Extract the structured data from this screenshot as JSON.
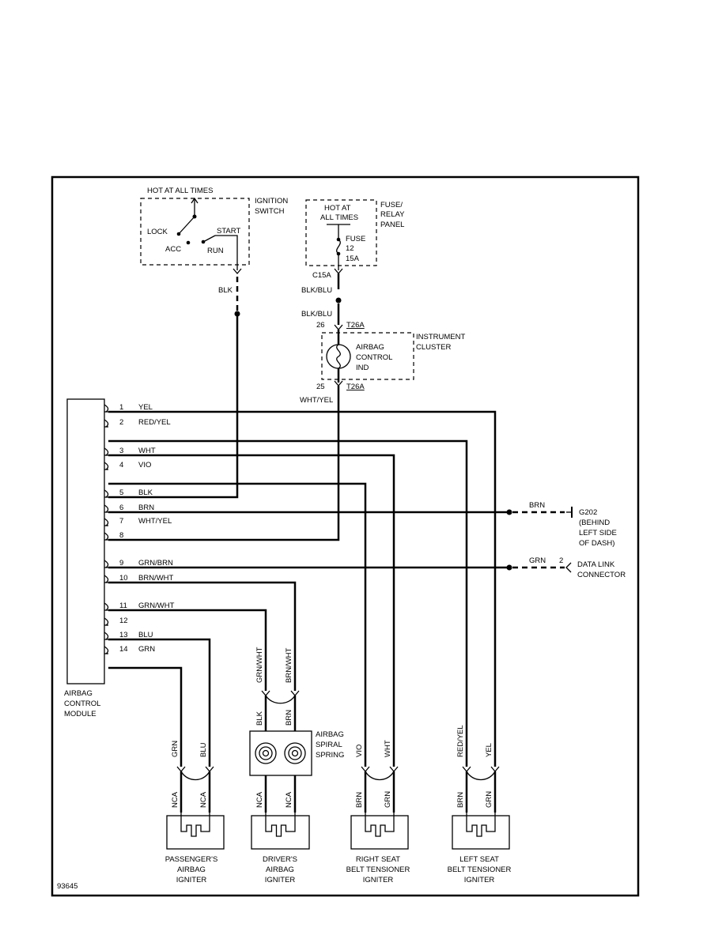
{
  "ignition": {
    "hot": "HOT AT ALL TIMES",
    "title1": "IGNITION",
    "title2": "SWITCH",
    "lock": "LOCK",
    "acc": "ACC",
    "start": "START",
    "run": "RUN",
    "wire": "BLK"
  },
  "fuse_panel": {
    "hot1": "HOT AT",
    "hot2": "ALL TIMES",
    "title1": "FUSE/",
    "title2": "RELAY",
    "title3": "PANEL",
    "fuse1": "FUSE",
    "fuse2": "12",
    "fuse3": "15A",
    "connector": "C15A",
    "wire1": "BLK/BLU",
    "wire2": "BLK/BLU"
  },
  "cluster": {
    "pin_top": "26",
    "conn_top": "T26A",
    "ind1": "AIRBAG",
    "ind2": "CONTROL",
    "ind3": "IND",
    "title1": "INSTRUMENT",
    "title2": "CLUSTER",
    "pin_bottom": "25",
    "conn_bottom": "T26A",
    "wire": "WHT/YEL"
  },
  "module": {
    "label1": "AIRBAG",
    "label2": "CONTROL",
    "label3": "MODULE",
    "pins": [
      {
        "num": "1",
        "color": "YEL"
      },
      {
        "num": "2",
        "color": "RED/YEL"
      },
      {
        "num": "3",
        "color": "WHT"
      },
      {
        "num": "4",
        "color": "VIO"
      },
      {
        "num": "5",
        "color": "BLK"
      },
      {
        "num": "6",
        "color": "BRN"
      },
      {
        "num": "7",
        "color": "WHT/YEL"
      },
      {
        "num": "8",
        "color": ""
      },
      {
        "num": "9",
        "color": "GRN/BRN"
      },
      {
        "num": "10",
        "color": "BRN/WHT"
      },
      {
        "num": "11",
        "color": "GRN/WHT"
      },
      {
        "num": "12",
        "color": ""
      },
      {
        "num": "13",
        "color": "BLU"
      },
      {
        "num": "14",
        "color": "GRN"
      }
    ]
  },
  "ground": {
    "wire": "BRN",
    "name": "G202",
    "loc1": "(BEHIND",
    "loc2": "LEFT SIDE",
    "loc3": "OF DASH)"
  },
  "dlc": {
    "wire": "GRN",
    "pin": "2",
    "name1": "DATA LINK",
    "name2": "CONNECTOR"
  },
  "spiral": {
    "title1": "AIRBAG",
    "title2": "SPIRAL",
    "title3": "SPRING",
    "in_left": "GRN/WHT",
    "in_right": "BRN/WHT",
    "out_left": "BLK",
    "out_right": "BRN"
  },
  "igniters": [
    {
      "line1": "PASSENGER'S",
      "line2": "AIRBAG",
      "line3": "IGNITER",
      "top_left": "GRN",
      "top_right": "BLU",
      "bot_left": "NCA",
      "bot_right": "NCA"
    },
    {
      "line1": "DRIVER'S",
      "line2": "AIRBAG",
      "line3": "IGNITER",
      "top_left": "",
      "top_right": "",
      "bot_left": "NCA",
      "bot_right": "NCA"
    },
    {
      "line1": "RIGHT SEAT",
      "line2": "BELT TENSIONER",
      "line3": "IGNITER",
      "top_left": "VIO",
      "top_right": "WHT",
      "bot_left": "BRN",
      "bot_right": "GRN"
    },
    {
      "line1": "LEFT SEAT",
      "line2": "BELT TENSIONER",
      "line3": "IGNITER",
      "top_left": "RED/YEL",
      "top_right": "YEL",
      "bot_left": "BRN",
      "bot_right": "GRN"
    }
  ],
  "figure_id": "93645"
}
